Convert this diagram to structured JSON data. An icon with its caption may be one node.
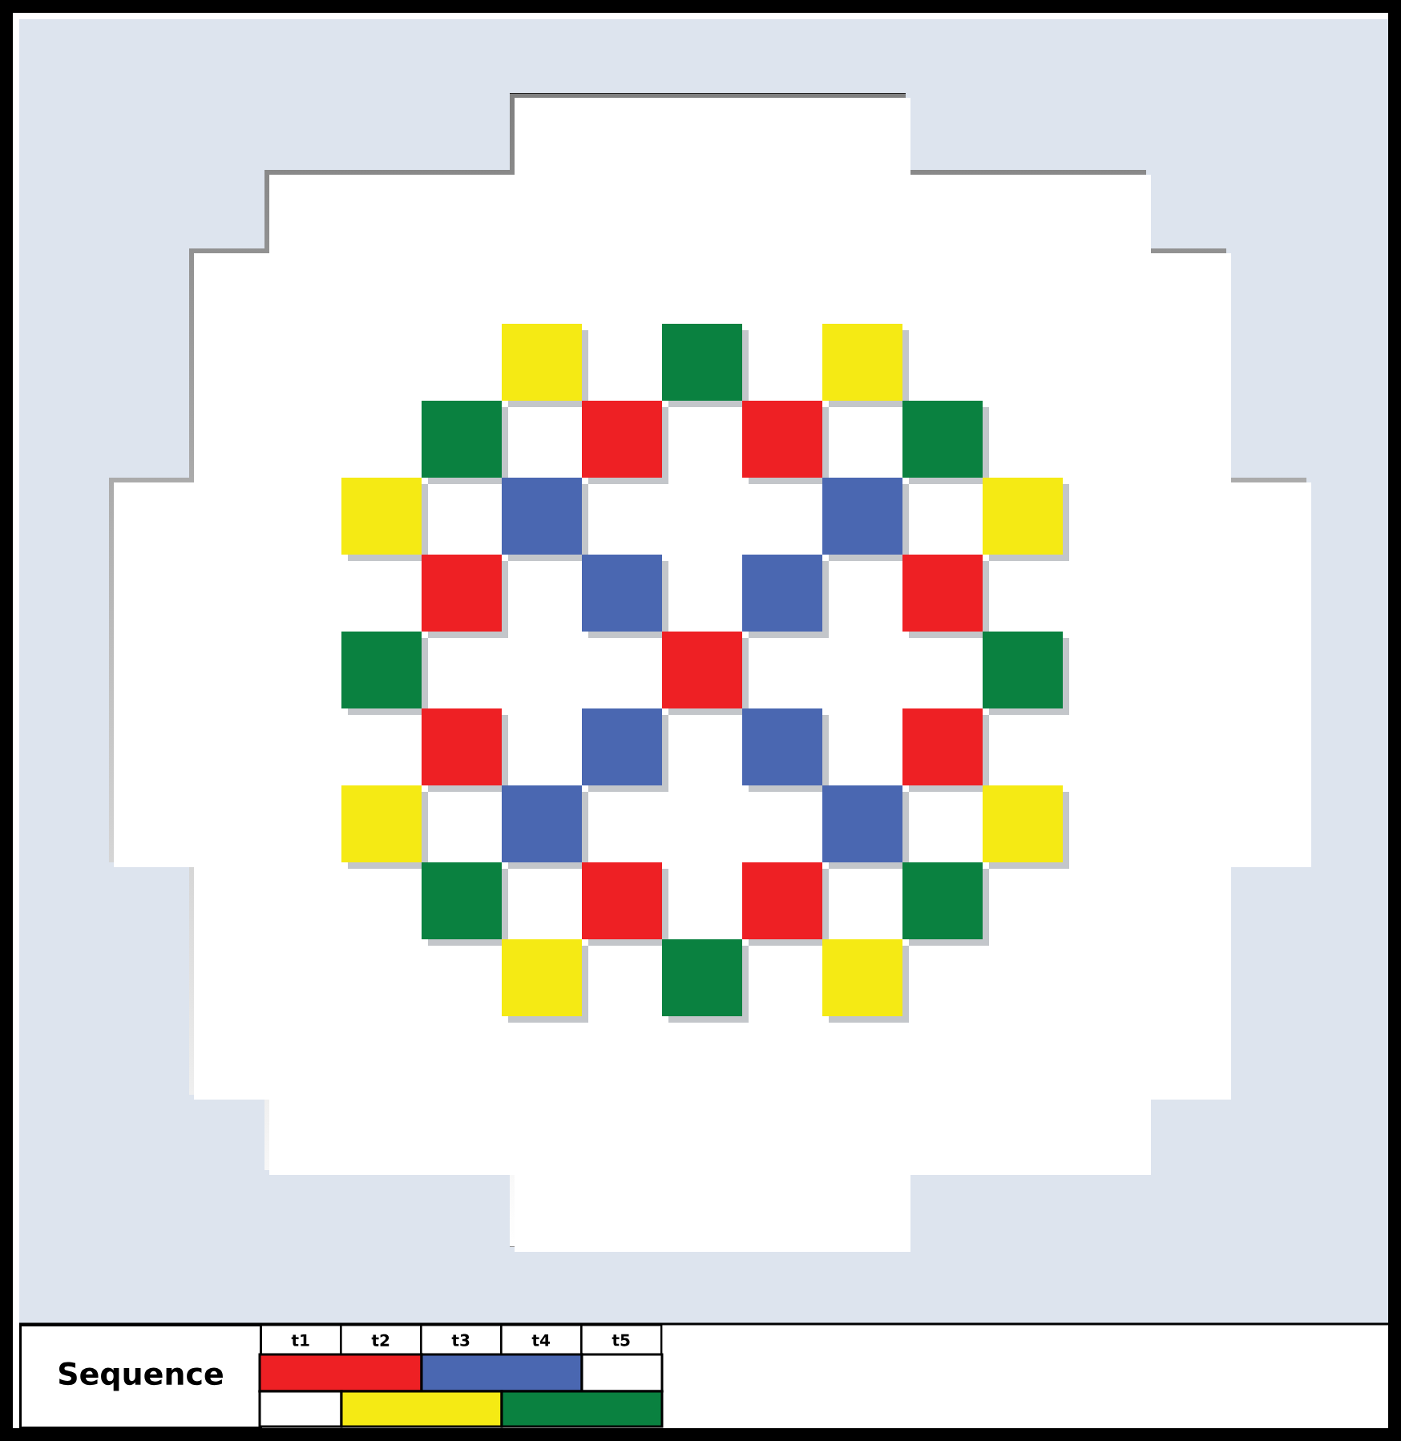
{
  "diagram": {
    "labels": [
      "Sequence",
      "t1",
      "t2",
      "t3",
      "t4",
      "t5"
    ]
  }
}
